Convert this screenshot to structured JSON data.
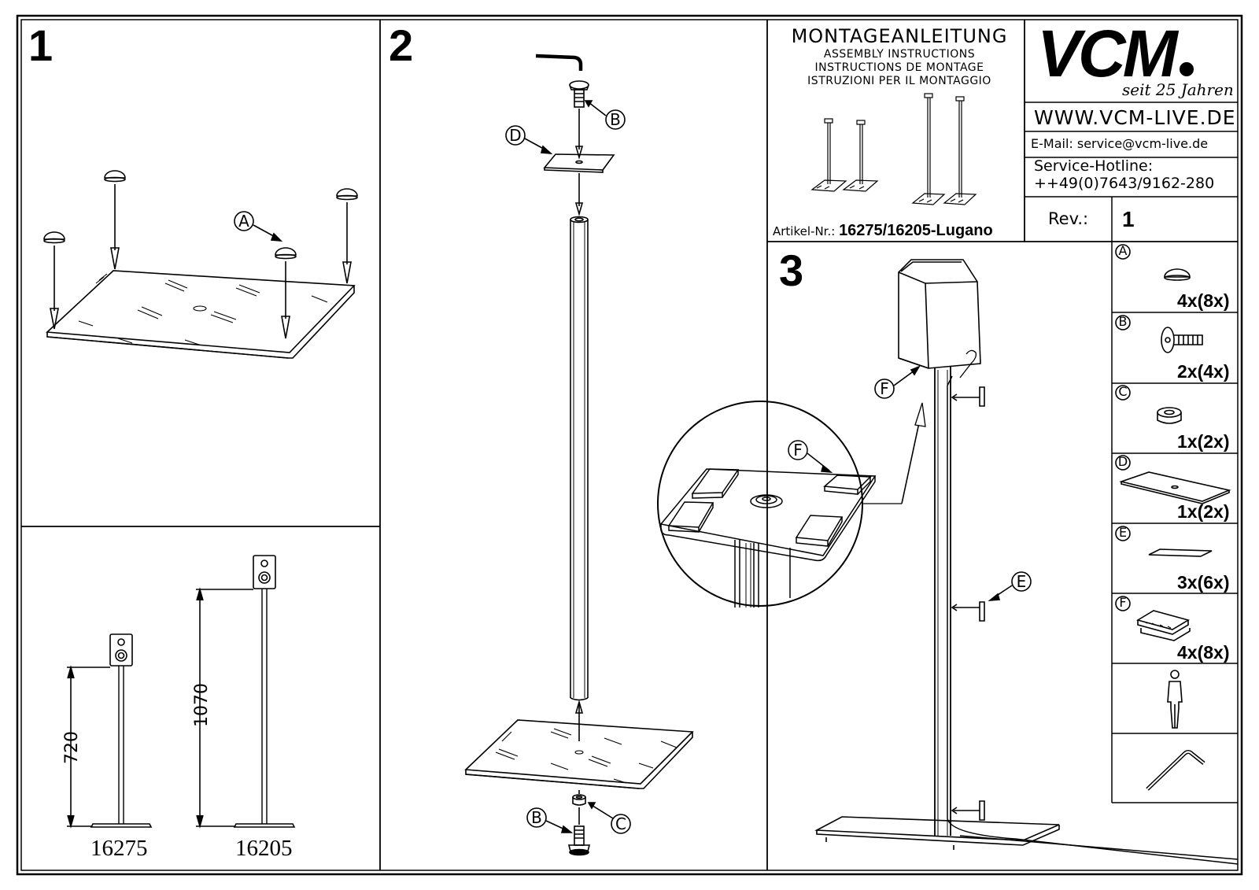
{
  "steps": {
    "s1": "1",
    "s2": "2",
    "s3": "3"
  },
  "header": {
    "title": "MONTAGEANLEITUNG",
    "sub1": "ASSEMBLY INSTRUCTIONS",
    "sub2": "INSTRUCTIONS DE MONTAGE",
    "sub3": "ISTRUZIONI PER IL MONTAGGIO",
    "article_label": "Artikel-Nr.:",
    "article_value": "16275/16205-Lugano"
  },
  "brand": {
    "logo": "VCM",
    "slogan": "seit 25 Jahren",
    "website": "WWW.VCM-LIVE.DE",
    "email": "E-Mail: service@vcm-live.de",
    "hotline_label": "Service-Hotline:",
    "hotline_number": "++49(0)7643/9162-280",
    "rev_label": "Rev.:",
    "rev_value": "1"
  },
  "parts": [
    {
      "label": "A",
      "qty": "4x(8x)"
    },
    {
      "label": "B",
      "qty": "2x(4x)"
    },
    {
      "label": "C",
      "qty": "1x(2x)"
    },
    {
      "label": "D",
      "qty": "1x(2x)"
    },
    {
      "label": "E",
      "qty": "3x(6x)"
    },
    {
      "label": "F",
      "qty": "4x(8x)"
    }
  ],
  "dimensions": {
    "d720": "720",
    "d1070": "1070",
    "model_a": "16275",
    "model_b": "16205"
  },
  "callouts": {
    "s1_a": "A",
    "s2_b_top": "B",
    "s2_d": "D",
    "s2_b_bottom": "B",
    "s2_c": "C",
    "s3_f_detail": "F",
    "s3_f_main": "F",
    "s3_e": "E"
  },
  "icons": [
    "person-icon",
    "allen-key-icon",
    "speaker-icon"
  ],
  "colors": {
    "ink": "#000000",
    "paper": "#ffffff"
  }
}
